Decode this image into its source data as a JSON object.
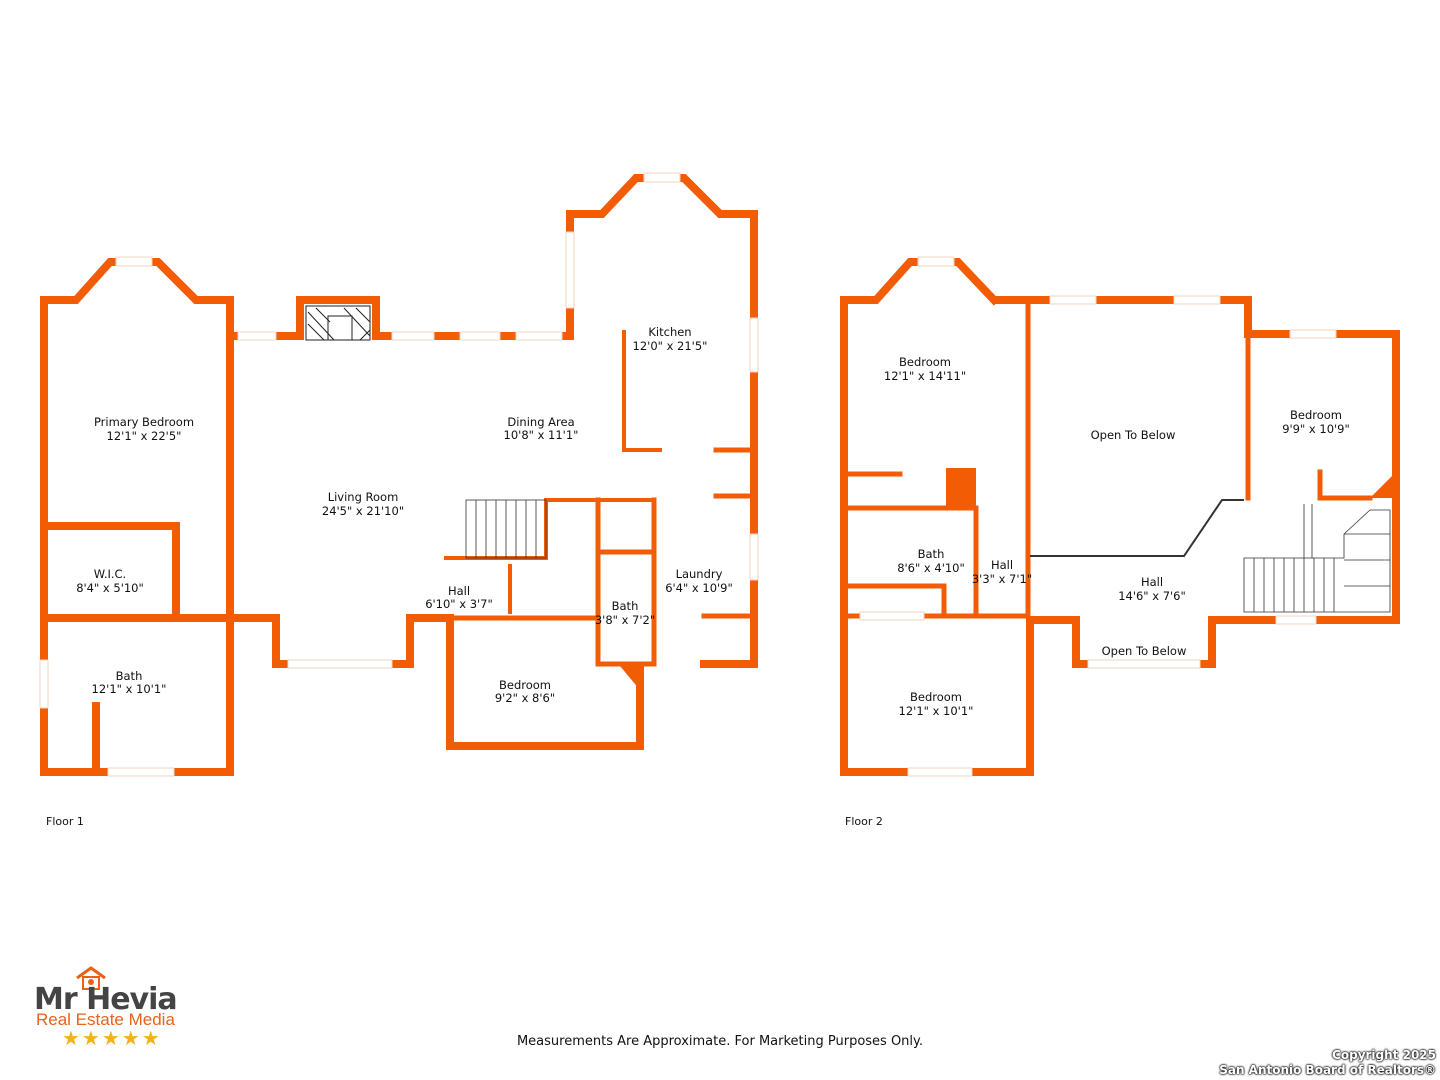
{
  "colors": {
    "wall": "#f25c05",
    "window": "#ffffff",
    "text": "#111111",
    "logo_orange": "#e8621c",
    "logo_gray": "#444444",
    "star": "#f2b21a"
  },
  "floors": [
    {
      "label": "Floor 1",
      "rooms": [
        {
          "name": "Primary Bedroom",
          "size": "12'1\" x 22'5\""
        },
        {
          "name": "W.I.C.",
          "size": "8'4\" x 5'10\""
        },
        {
          "name": "Bath",
          "size": "12'1\" x 10'1\""
        },
        {
          "name": "Living Room",
          "size": "24'5\" x 21'10\""
        },
        {
          "name": "Dining Area",
          "size": "10'8\" x 11'1\""
        },
        {
          "name": "Kitchen",
          "size": "12'0\" x 21'5\""
        },
        {
          "name": "Hall",
          "size": "6'10\" x 3'7\""
        },
        {
          "name": "Bedroom",
          "size": "9'2\" x 8'6\""
        },
        {
          "name": "Bath",
          "size": "3'8\" x 7'2\""
        },
        {
          "name": "Laundry",
          "size": "6'4\" x 10'9\""
        }
      ]
    },
    {
      "label": "Floor 2",
      "rooms": [
        {
          "name": "Bedroom",
          "size": "12'1\" x 14'11\""
        },
        {
          "name": "Open To Below",
          "size": ""
        },
        {
          "name": "Bedroom",
          "size": "9'9\" x 10'9\""
        },
        {
          "name": "Bath",
          "size": "8'6\" x 4'10\""
        },
        {
          "name": "Hall",
          "size": "3'3\" x 7'1\""
        },
        {
          "name": "Hall",
          "size": "14'6\" x 7'6\""
        },
        {
          "name": "Open To Below",
          "size": ""
        },
        {
          "name": "Bedroom",
          "size": "12'1\" x 10'1\""
        }
      ]
    }
  ],
  "disclaimer": "Measurements Are Approximate. For Marketing Purposes Only.",
  "copyright": {
    "line1": "Copyright 2025",
    "line2": "San Antonio Board of Realtors®"
  },
  "logo": {
    "main": "Mr Hevia",
    "sub": "Real Estate Media",
    "stars": "★★★★★"
  }
}
